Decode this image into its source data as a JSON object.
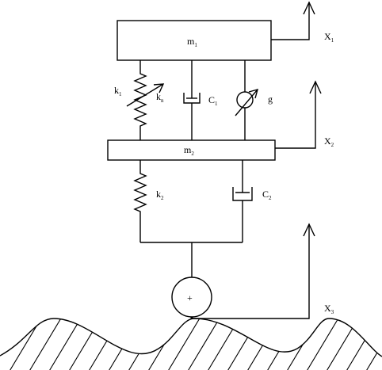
{
  "diagram": {
    "masses": {
      "m1": {
        "base": "m",
        "sub": "1"
      },
      "m2": {
        "base": "m",
        "sub": "2"
      }
    },
    "elements": {
      "k1": {
        "base": "k",
        "sub": "1"
      },
      "kn": {
        "base": "k",
        "sub": "n"
      },
      "c1": {
        "base": "C",
        "sub": "1"
      },
      "g": {
        "base": "g"
      },
      "k2": {
        "base": "k",
        "sub": "2"
      },
      "c2": {
        "base": "C",
        "sub": "2"
      }
    },
    "displacements": {
      "x1": {
        "base": "X",
        "sub": "1"
      },
      "x2": {
        "base": "X",
        "sub": "2"
      },
      "x3": {
        "base": "X",
        "sub": "3"
      }
    },
    "wheel_center_mark": "+"
  }
}
